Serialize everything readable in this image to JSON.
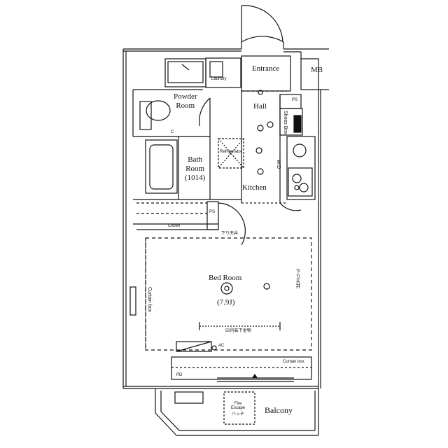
{
  "labels": {
    "entrance": "Entrance",
    "mb": "MB",
    "laundry": "Laundry",
    "powder_room": "Powder\nRoom",
    "hall": "Hall",
    "ps_top": "PS",
    "shoe_box": "Shoes Box",
    "refrigerator": "Refrigerator",
    "bath_room": "Bath\nRoom\n(1014)",
    "kitchen": "Kitchen",
    "wd": "W.D",
    "ps_closet": "PS",
    "closet": "Closet",
    "down_ceiling_top": "下り天井",
    "down_ceiling_right": "下り天井",
    "bed_room": "Bed Room",
    "bed_room_size": "(7.9J)",
    "curtain_box_left": "Curtain box",
    "indirect_light": "50内装下金物",
    "ac": "AC",
    "curtain_box_bottom": "Curtain box",
    "fire_escape": "Fire\nEscape\nハッチ",
    "balcony": "Balcony",
    "pd": "PD",
    "c_mark": "C"
  },
  "colors": {
    "line": "#111111",
    "background": "#ffffff",
    "hatch": "#555555"
  }
}
